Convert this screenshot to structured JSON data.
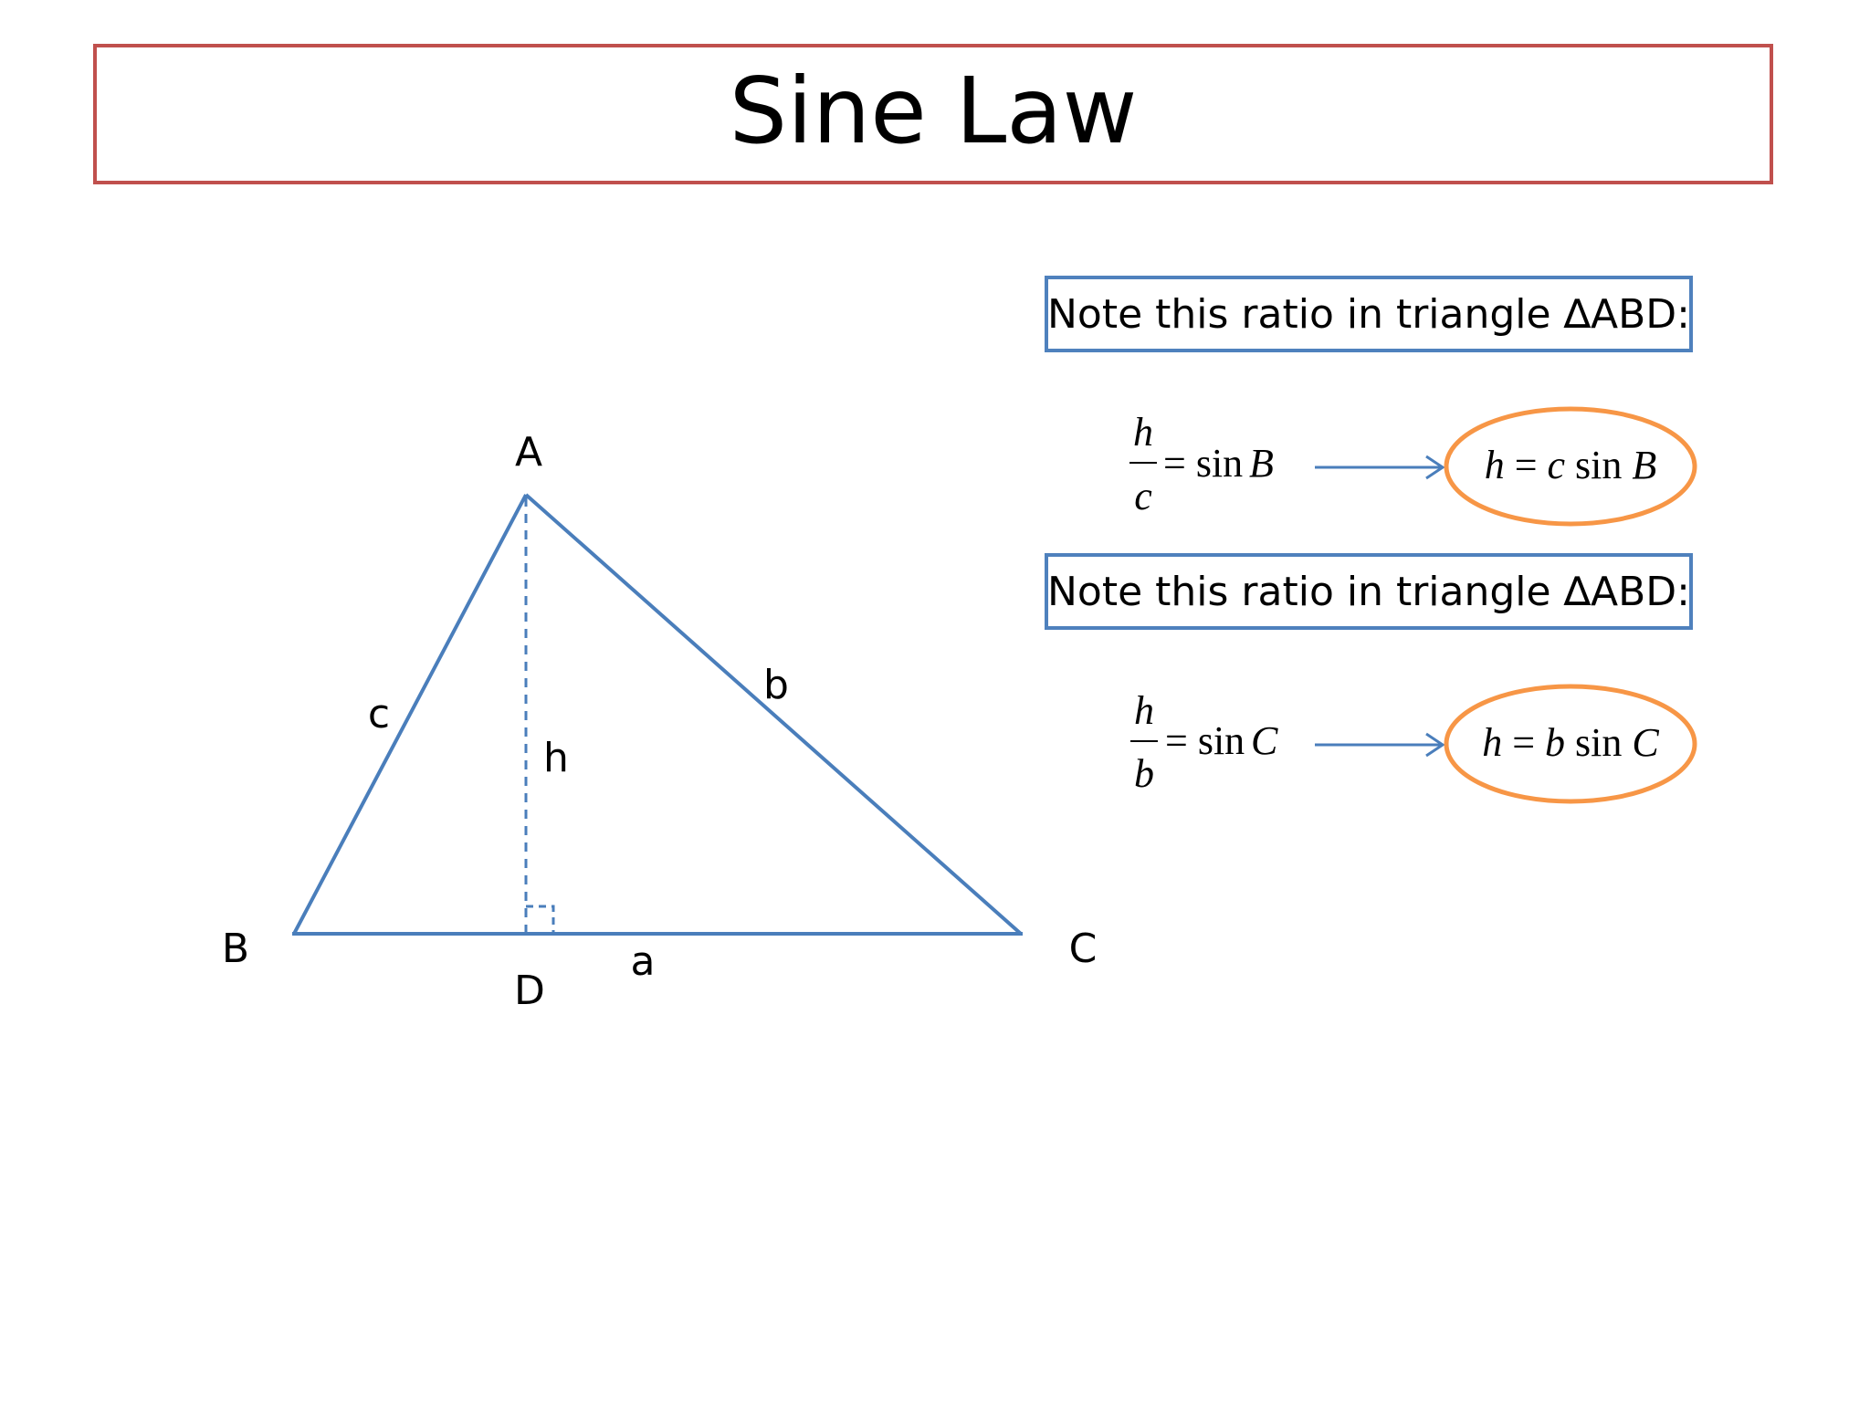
{
  "slide": {
    "title": "Sine Law"
  },
  "diagram": {
    "vertices": {
      "A": "A",
      "B": "B",
      "C": "C",
      "D": "D"
    },
    "sides": {
      "a": "a",
      "b": "b",
      "c": "c",
      "h": "h"
    },
    "colors": {
      "triangle": "#4a7ebb",
      "title_border": "#c0504d",
      "note_border": "#4f81bd",
      "result_oval": "#f79646"
    }
  },
  "notes": [
    {
      "label": "Note this ratio in triangle ∆ABD:",
      "ratio": {
        "numerator": "h",
        "denominator": "c",
        "rhs": "= sin",
        "rhs_var": "B"
      },
      "result": {
        "lhs": "h",
        "eq": "=",
        "var": "c",
        "fn": "sin",
        "angle": "B"
      }
    },
    {
      "label": "Note this ratio in triangle ∆ABD:",
      "ratio": {
        "numerator": "h",
        "denominator": "b",
        "rhs": "= sin",
        "rhs_var": "C"
      },
      "result": {
        "lhs": "h",
        "eq": "=",
        "var": "b",
        "fn": "sin",
        "angle": "C"
      }
    }
  ]
}
